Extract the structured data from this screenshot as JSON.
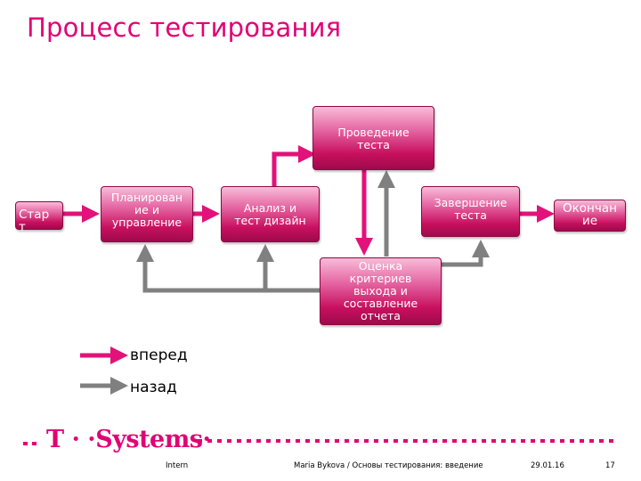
{
  "title": "Процесс тестирования",
  "nodes": {
    "start": "Стар\nт",
    "planning": "Планирован\nие и\nуправление",
    "analysis": "Анализ и\nтест дизайн",
    "execution": "Проведение\nтеста",
    "evaluation": "Оценка\nкритериев\nвыхода и\nсоставление\nотчета",
    "closure": "Завершение\nтеста",
    "end": "Окончан\nие"
  },
  "legend": {
    "forward": "вперед",
    "backward": "назад"
  },
  "colors": {
    "brand": "#e20074",
    "forward_arrow": "#e2127a",
    "backward_arrow": "#808080"
  },
  "logo": "T · ·Systems·",
  "footer": {
    "classification": "Intern",
    "author_topic": "Maria Bykova / Основы тестирования: введение",
    "date": "29.01.16",
    "page": "17"
  }
}
